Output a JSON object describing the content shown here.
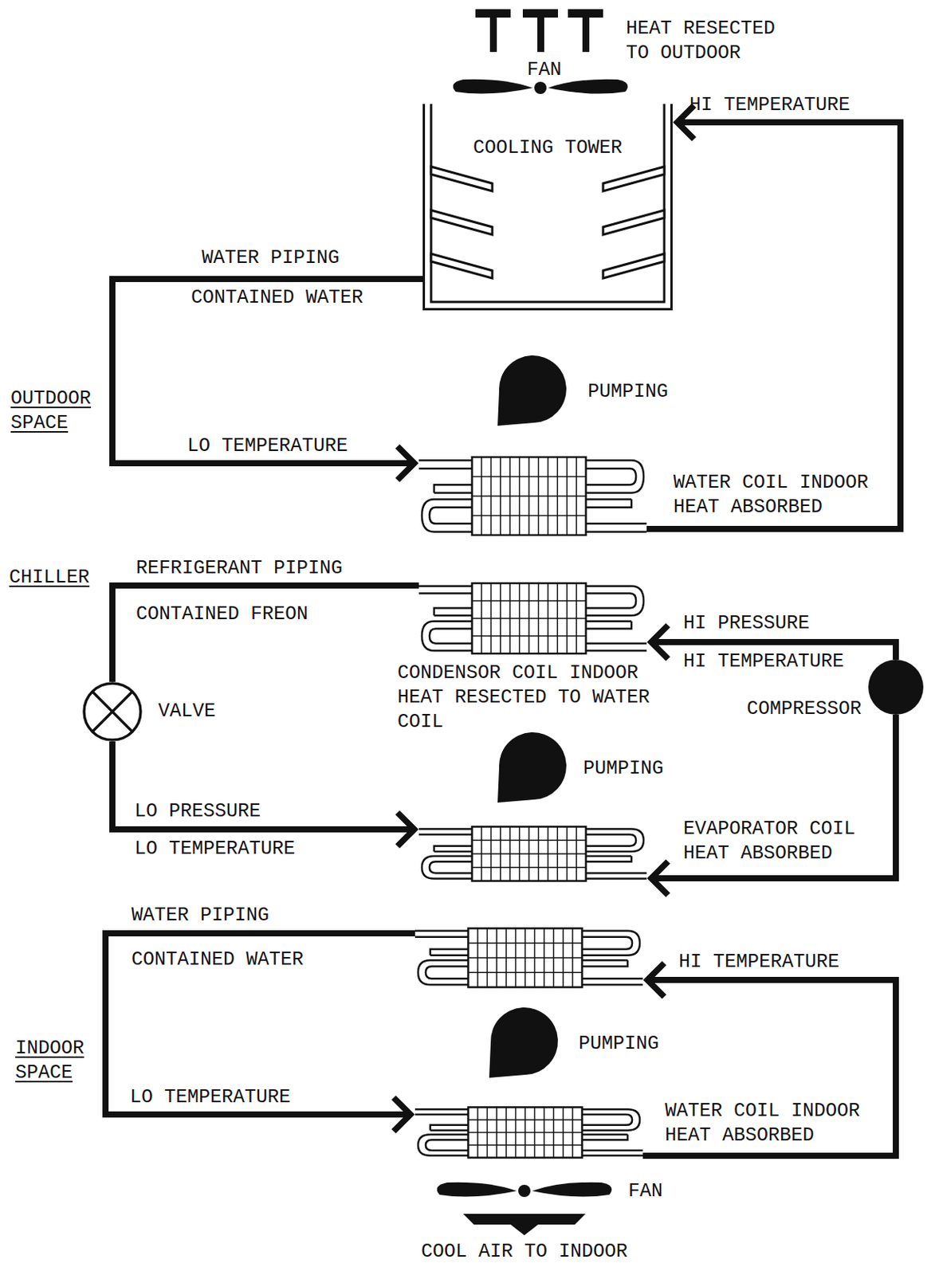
{
  "diagram": {
    "nodes": [
      {
        "text": [
          "COOLING TOWER"
        ]
      },
      {
        "text": [
          "WATER COIL INDOOR HEAT ABSORBED"
        ]
      },
      {
        "text": [
          "CONDENSOR COIL INDOOR HEAT RESECTED TO WATER COIL"
        ]
      },
      {
        "text": [
          "COMPRESSOR"
        ]
      },
      {
        "text": [
          "VALVE"
        ]
      },
      {
        "text": [
          "EVAPORATOR COIL HEAT ABSORBED"
        ]
      },
      {
        "text": [
          "WATER COIL INDOOR HEAT ABSORBED"
        ]
      }
    ],
    "edges": [
      {
        "from": 0,
        "to": 1,
        "arrow": "to"
      },
      {
        "from": 1,
        "to": 0,
        "arrow": "to"
      },
      {
        "from": 3,
        "to": 2,
        "arrow": "to"
      },
      {
        "from": 2,
        "to": 4,
        "arrow": "none"
      },
      {
        "from": 4,
        "to": 5,
        "arrow": "to"
      },
      {
        "from": 3,
        "to": 5,
        "arrow": "to"
      }
    ],
    "labels": [
      "HEAT RESECTED TO OUTDOOR",
      "FAN",
      "HI TEMPERATURE",
      "WATER PIPING",
      "CONTAINED WATER",
      "OUTDOOR SPACE",
      "PUMPING",
      "LO TEMPERATURE",
      "CHILLER",
      "REFRIGERANT PIPING",
      "CONTAINED FREON",
      "HI PRESSURE",
      "HI TEMPERATURE",
      "PUMPING",
      "LO PRESSURE",
      "LO TEMPERATURE",
      "WATER PIPING",
      "CONTAINED WATER",
      "HI TEMPERATURE",
      "PUMPING",
      "INDOOR SPACE",
      "LO TEMPERATURE",
      "FAN",
      "COOL AIR TO INDOOR"
    ]
  }
}
